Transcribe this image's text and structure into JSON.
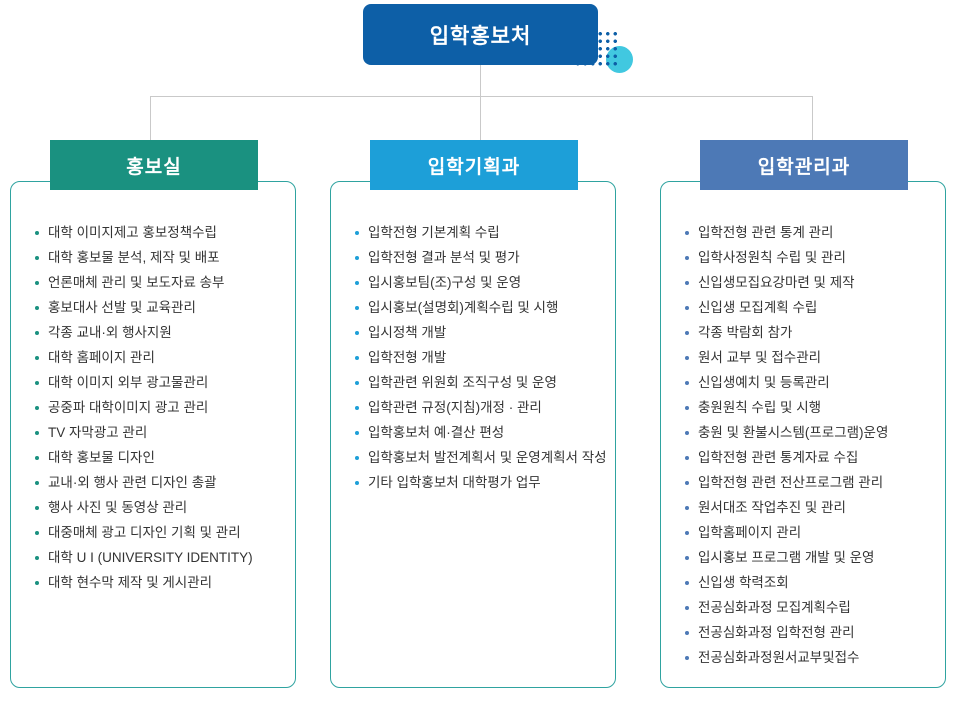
{
  "root": {
    "title": "입학홍보처"
  },
  "colors": {
    "root_blue": "#0d5fa7",
    "accent_cyan": "#41c8e0",
    "connector": "#c9c9c9",
    "box_border": "#2fa3a0",
    "text": "#333333"
  },
  "departments": [
    {
      "name": "홍보실",
      "color": "#1a9180",
      "items": [
        "대학 이미지제고 홍보정책수립",
        "대학 홍보물 분석, 제작 및 배포",
        "언론매체 관리 및 보도자료 송부",
        "홍보대사 선발 및 교육관리",
        "각종 교내·외 행사지원",
        "대학 홈페이지 관리",
        "대학 이미지 외부 광고물관리",
        "공중파 대학이미지 광고 관리",
        "TV 자막광고 관리",
        "대학 홍보물 디자인",
        "교내·외 행사 관련 디자인 총괄",
        "행사 사진 및 동영상 관리",
        "대중매체 광고 디자인 기획 및 관리",
        "대학 U I (UNIVERSITY IDENTITY)",
        "대학 현수막 제작 및 게시관리"
      ]
    },
    {
      "name": "입학기획과",
      "color": "#1d9fd8",
      "items": [
        "입학전형 기본계획 수립",
        "입학전형 결과 분석 및 평가",
        "입시홍보팀(조)구성 및 운영",
        "입시홍보(설명회)계획수립 및 시행",
        "입시정책 개발",
        "입학전형 개발",
        "입학관련 위원회 조직구성 및 운영",
        "입학관련 규정(지침)개정 · 관리",
        "입학홍보처 예·결산 편성",
        "입학홍보처 발전계획서 및 운영계획서 작성",
        "기타 입학홍보처 대학평가 업무"
      ]
    },
    {
      "name": "입학관리과",
      "color": "#4d79b6",
      "items": [
        "입학전형 관련 통계 관리",
        "입학사정원칙 수립 및 관리",
        "신입생모집요강마련 및 제작",
        "신입생 모집계획 수립",
        "각종 박람회 참가",
        "원서 교부 및 접수관리",
        "신입생예치 및 등록관리",
        "충원원칙 수립 및 시행",
        "충원 및 환불시스템(프로그램)운영",
        "입학전형 관련 통계자료 수집",
        "입학전형 관련 전산프로그램 관리",
        "원서대조 작업추진 및 관리",
        "입학홈페이지 관리",
        "입시홍보 프로그램 개발 및 운영",
        "신입생 학력조회",
        "전공심화과정 모집계획수립",
        "전공심화과정 입학전형 관리",
        "전공심화과정원서교부및접수"
      ]
    }
  ]
}
